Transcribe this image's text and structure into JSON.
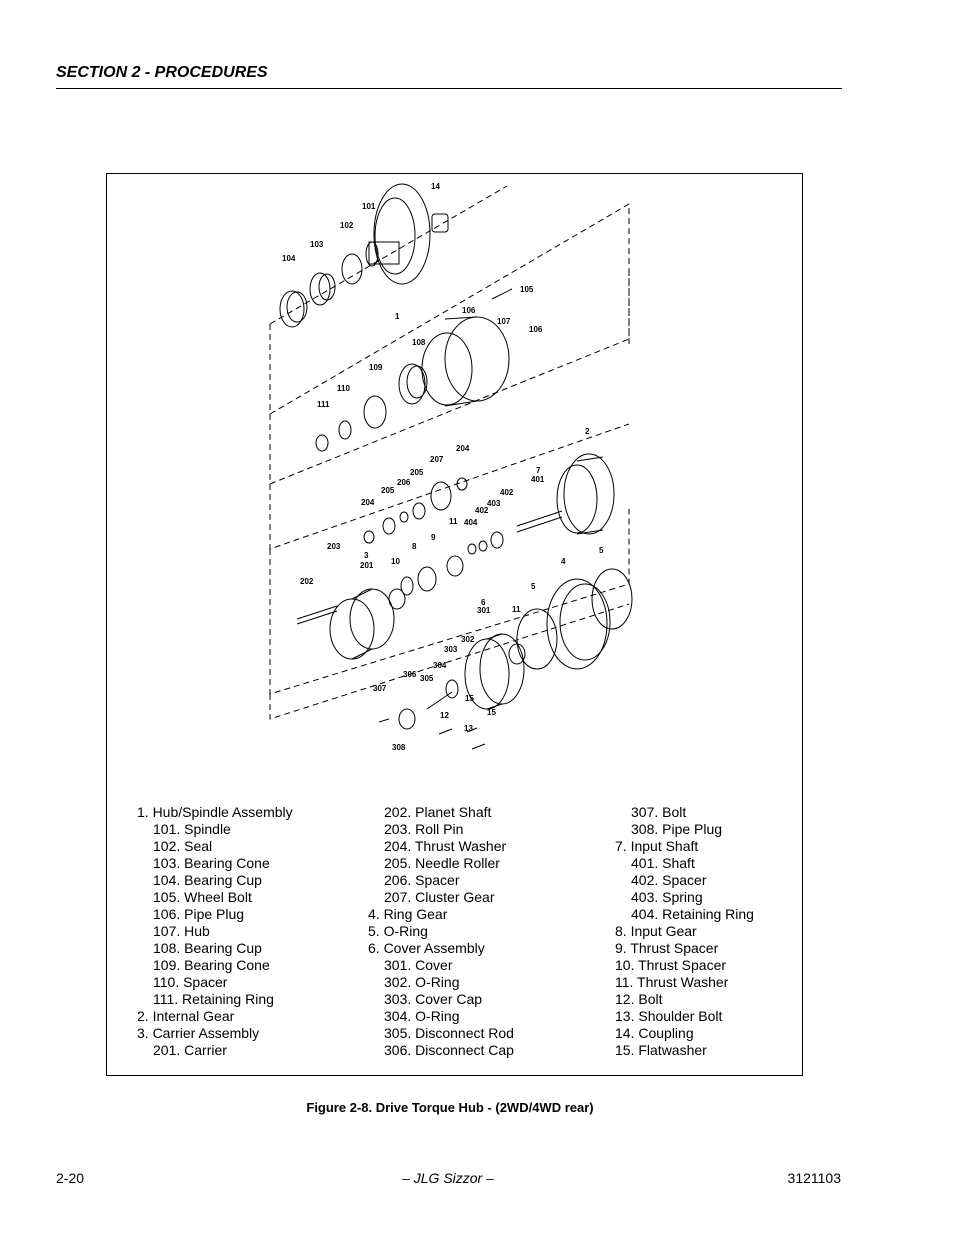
{
  "header": {
    "section": "SECTION 2 - PROCEDURES"
  },
  "figure": {
    "caption": "Figure 2-8.  Drive Torque Hub - (2WD/4WD rear)",
    "callouts": [
      {
        "id": "c14",
        "text": "14"
      },
      {
        "id": "c101",
        "text": "101"
      },
      {
        "id": "c102",
        "text": "102"
      },
      {
        "id": "c103",
        "text": "103"
      },
      {
        "id": "c104",
        "text": "104"
      },
      {
        "id": "c105",
        "text": "105"
      },
      {
        "id": "c1",
        "text": "1"
      },
      {
        "id": "c106a",
        "text": "106"
      },
      {
        "id": "c107",
        "text": "107"
      },
      {
        "id": "c106b",
        "text": "106"
      },
      {
        "id": "c108",
        "text": "108"
      },
      {
        "id": "c109",
        "text": "109"
      },
      {
        "id": "c110",
        "text": "110"
      },
      {
        "id": "c111",
        "text": "111"
      },
      {
        "id": "c2",
        "text": "2"
      },
      {
        "id": "c204a",
        "text": "204"
      },
      {
        "id": "c207",
        "text": "207"
      },
      {
        "id": "c205a",
        "text": "205"
      },
      {
        "id": "c206",
        "text": "206"
      },
      {
        "id": "c205b",
        "text": "205"
      },
      {
        "id": "c204b",
        "text": "204"
      },
      {
        "id": "c7",
        "text": "7"
      },
      {
        "id": "c401",
        "text": "401"
      },
      {
        "id": "c402a",
        "text": "402"
      },
      {
        "id": "c403",
        "text": "403"
      },
      {
        "id": "c402b",
        "text": "402"
      },
      {
        "id": "c404",
        "text": "404"
      },
      {
        "id": "c11a",
        "text": "11"
      },
      {
        "id": "c9",
        "text": "9"
      },
      {
        "id": "c8",
        "text": "8"
      },
      {
        "id": "c10",
        "text": "10"
      },
      {
        "id": "c203",
        "text": "203"
      },
      {
        "id": "c3",
        "text": "3"
      },
      {
        "id": "c201",
        "text": "201"
      },
      {
        "id": "c202",
        "text": "202"
      },
      {
        "id": "c4",
        "text": "4"
      },
      {
        "id": "c5a",
        "text": "5"
      },
      {
        "id": "c5b",
        "text": "5"
      },
      {
        "id": "c6",
        "text": "6"
      },
      {
        "id": "c301",
        "text": "301"
      },
      {
        "id": "c11b",
        "text": "11"
      },
      {
        "id": "c302",
        "text": "302"
      },
      {
        "id": "c303",
        "text": "303"
      },
      {
        "id": "c304",
        "text": "304"
      },
      {
        "id": "c306",
        "text": "306"
      },
      {
        "id": "c305",
        "text": "305"
      },
      {
        "id": "c307",
        "text": "307"
      },
      {
        "id": "c15a",
        "text": "15"
      },
      {
        "id": "c15b",
        "text": "15"
      },
      {
        "id": "c12",
        "text": "12"
      },
      {
        "id": "c13",
        "text": "13"
      },
      {
        "id": "c308",
        "text": "308"
      }
    ]
  },
  "legend": {
    "col1": [
      "1. Hub/Spindle Assembly",
      "101. Spindle",
      "102. Seal",
      "103. Bearing Cone",
      "104. Bearing Cup",
      "105. Wheel Bolt",
      "106. Pipe Plug",
      "107. Hub",
      "108. Bearing Cup",
      "109. Bearing Cone",
      "110. Spacer",
      "111. Retaining Ring",
      "2. Internal Gear",
      "3. Carrier Assembly",
      "201. Carrier"
    ],
    "col2": [
      "202. Planet Shaft",
      "203. Roll Pin",
      "204. Thrust Washer",
      "205. Needle Roller",
      "206. Spacer",
      "207. Cluster Gear",
      "4. Ring Gear",
      "5. O-Ring",
      "6. Cover Assembly",
      "301. Cover",
      "302. O-Ring",
      "303. Cover Cap",
      "304. O-Ring",
      "305. Disconnect Rod",
      "306. Disconnect Cap"
    ],
    "col3": [
      "307. Bolt",
      "308. Pipe Plug",
      "7. Input Shaft",
      "401. Shaft",
      "402. Spacer",
      "403. Spring",
      "404. Retaining Ring",
      "8. Input Gear",
      "9. Thrust Spacer",
      "10. Thrust Spacer",
      "11. Thrust Washer",
      "12. Bolt",
      "13. Shoulder Bolt",
      "14. Coupling",
      "15. Flatwasher"
    ]
  },
  "footer": {
    "page": "2-20",
    "title": "– JLG Sizzor –",
    "doc_number": "3121103"
  }
}
